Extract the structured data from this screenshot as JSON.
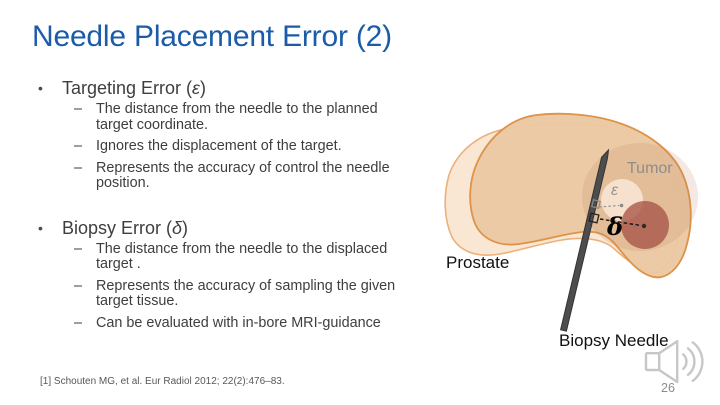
{
  "title": "Needle Placement Error (2)",
  "glyphs": {
    "bullet": "•",
    "dash": "–"
  },
  "sections": [
    {
      "header_pre": "Targeting Error (",
      "header_sym": "ε",
      "header_post": ")",
      "items": [
        "The distance from the needle to the planned target coordinate.",
        "Ignores the displacement of the target.",
        "Represents the accuracy of control the needle position."
      ]
    },
    {
      "header_pre": "Biopsy Error (",
      "header_sym": "δ",
      "header_post": ")",
      "items": [
        "The distance from the needle to the displaced target .",
        "Represents the accuracy of sampling the given target tissue.",
        "Can be evaluated with in-bore MRI-guidance"
      ]
    }
  ],
  "figure": {
    "labels": {
      "prostate": "Prostate",
      "tumor": "Tumor",
      "biopsy_needle": "Biopsy Needle",
      "epsilon": "ε",
      "delta": "δ"
    },
    "colors": {
      "prostate_front": "#ebc8a3",
      "prostate_back": "#f9e6d3",
      "prostate_outline": "#dd9348",
      "prostate_back_outline": "#edb07a",
      "tumor_region": "rgba(186,126,96,0.18)",
      "tumor_faded": "rgba(248,232,215,0.85)",
      "tumor_displaced": "rgba(168,85,72,0.78)",
      "needle": "#4d4d4d",
      "title_blue": "#1b5ba8"
    }
  },
  "footnote": "[1] Schouten MG, et al. Eur Radiol 2012; 22(2):476–83.",
  "page_number": "26"
}
